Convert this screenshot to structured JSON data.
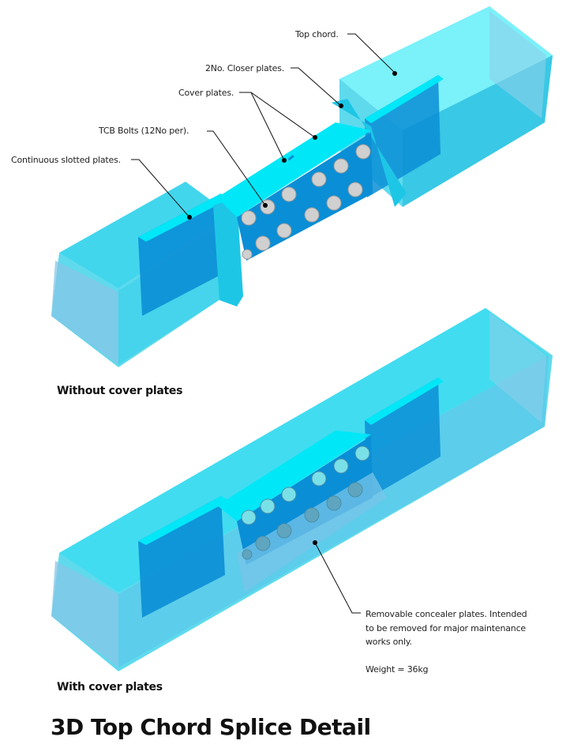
{
  "figure": {
    "title": "3D Top Chord Splice Detail",
    "colors": {
      "chord_light": "#7ef3fb",
      "chord_mid": "#43d3ea",
      "chord_dark": "#19b9df",
      "plate_cyan": "#00e7f7",
      "plate_blue": "#0a8ed6",
      "bolt_grey": "#cfcfcf",
      "bolt_covered": "#5fa5bf"
    },
    "views": [
      {
        "id": "without-cover",
        "caption": "Without cover plates",
        "callouts": [
          {
            "id": "top-chord",
            "label": "Top chord."
          },
          {
            "id": "closer-plates",
            "label": "2No. Closer plates."
          },
          {
            "id": "cover-plates",
            "label": "Cover plates."
          },
          {
            "id": "tcb-bolts",
            "label": "TCB Bolts (12No per)."
          },
          {
            "id": "slotted-plates",
            "label": "Continuous slotted plates."
          }
        ]
      },
      {
        "id": "with-cover",
        "caption": "With cover plates",
        "callouts": [
          {
            "id": "concealer-plates",
            "label_lines": [
              "Removable concealer plates. Intended",
              "to be removed for major maintenance",
              "works only."
            ],
            "weight": "Weight = 36kg"
          }
        ]
      }
    ]
  }
}
